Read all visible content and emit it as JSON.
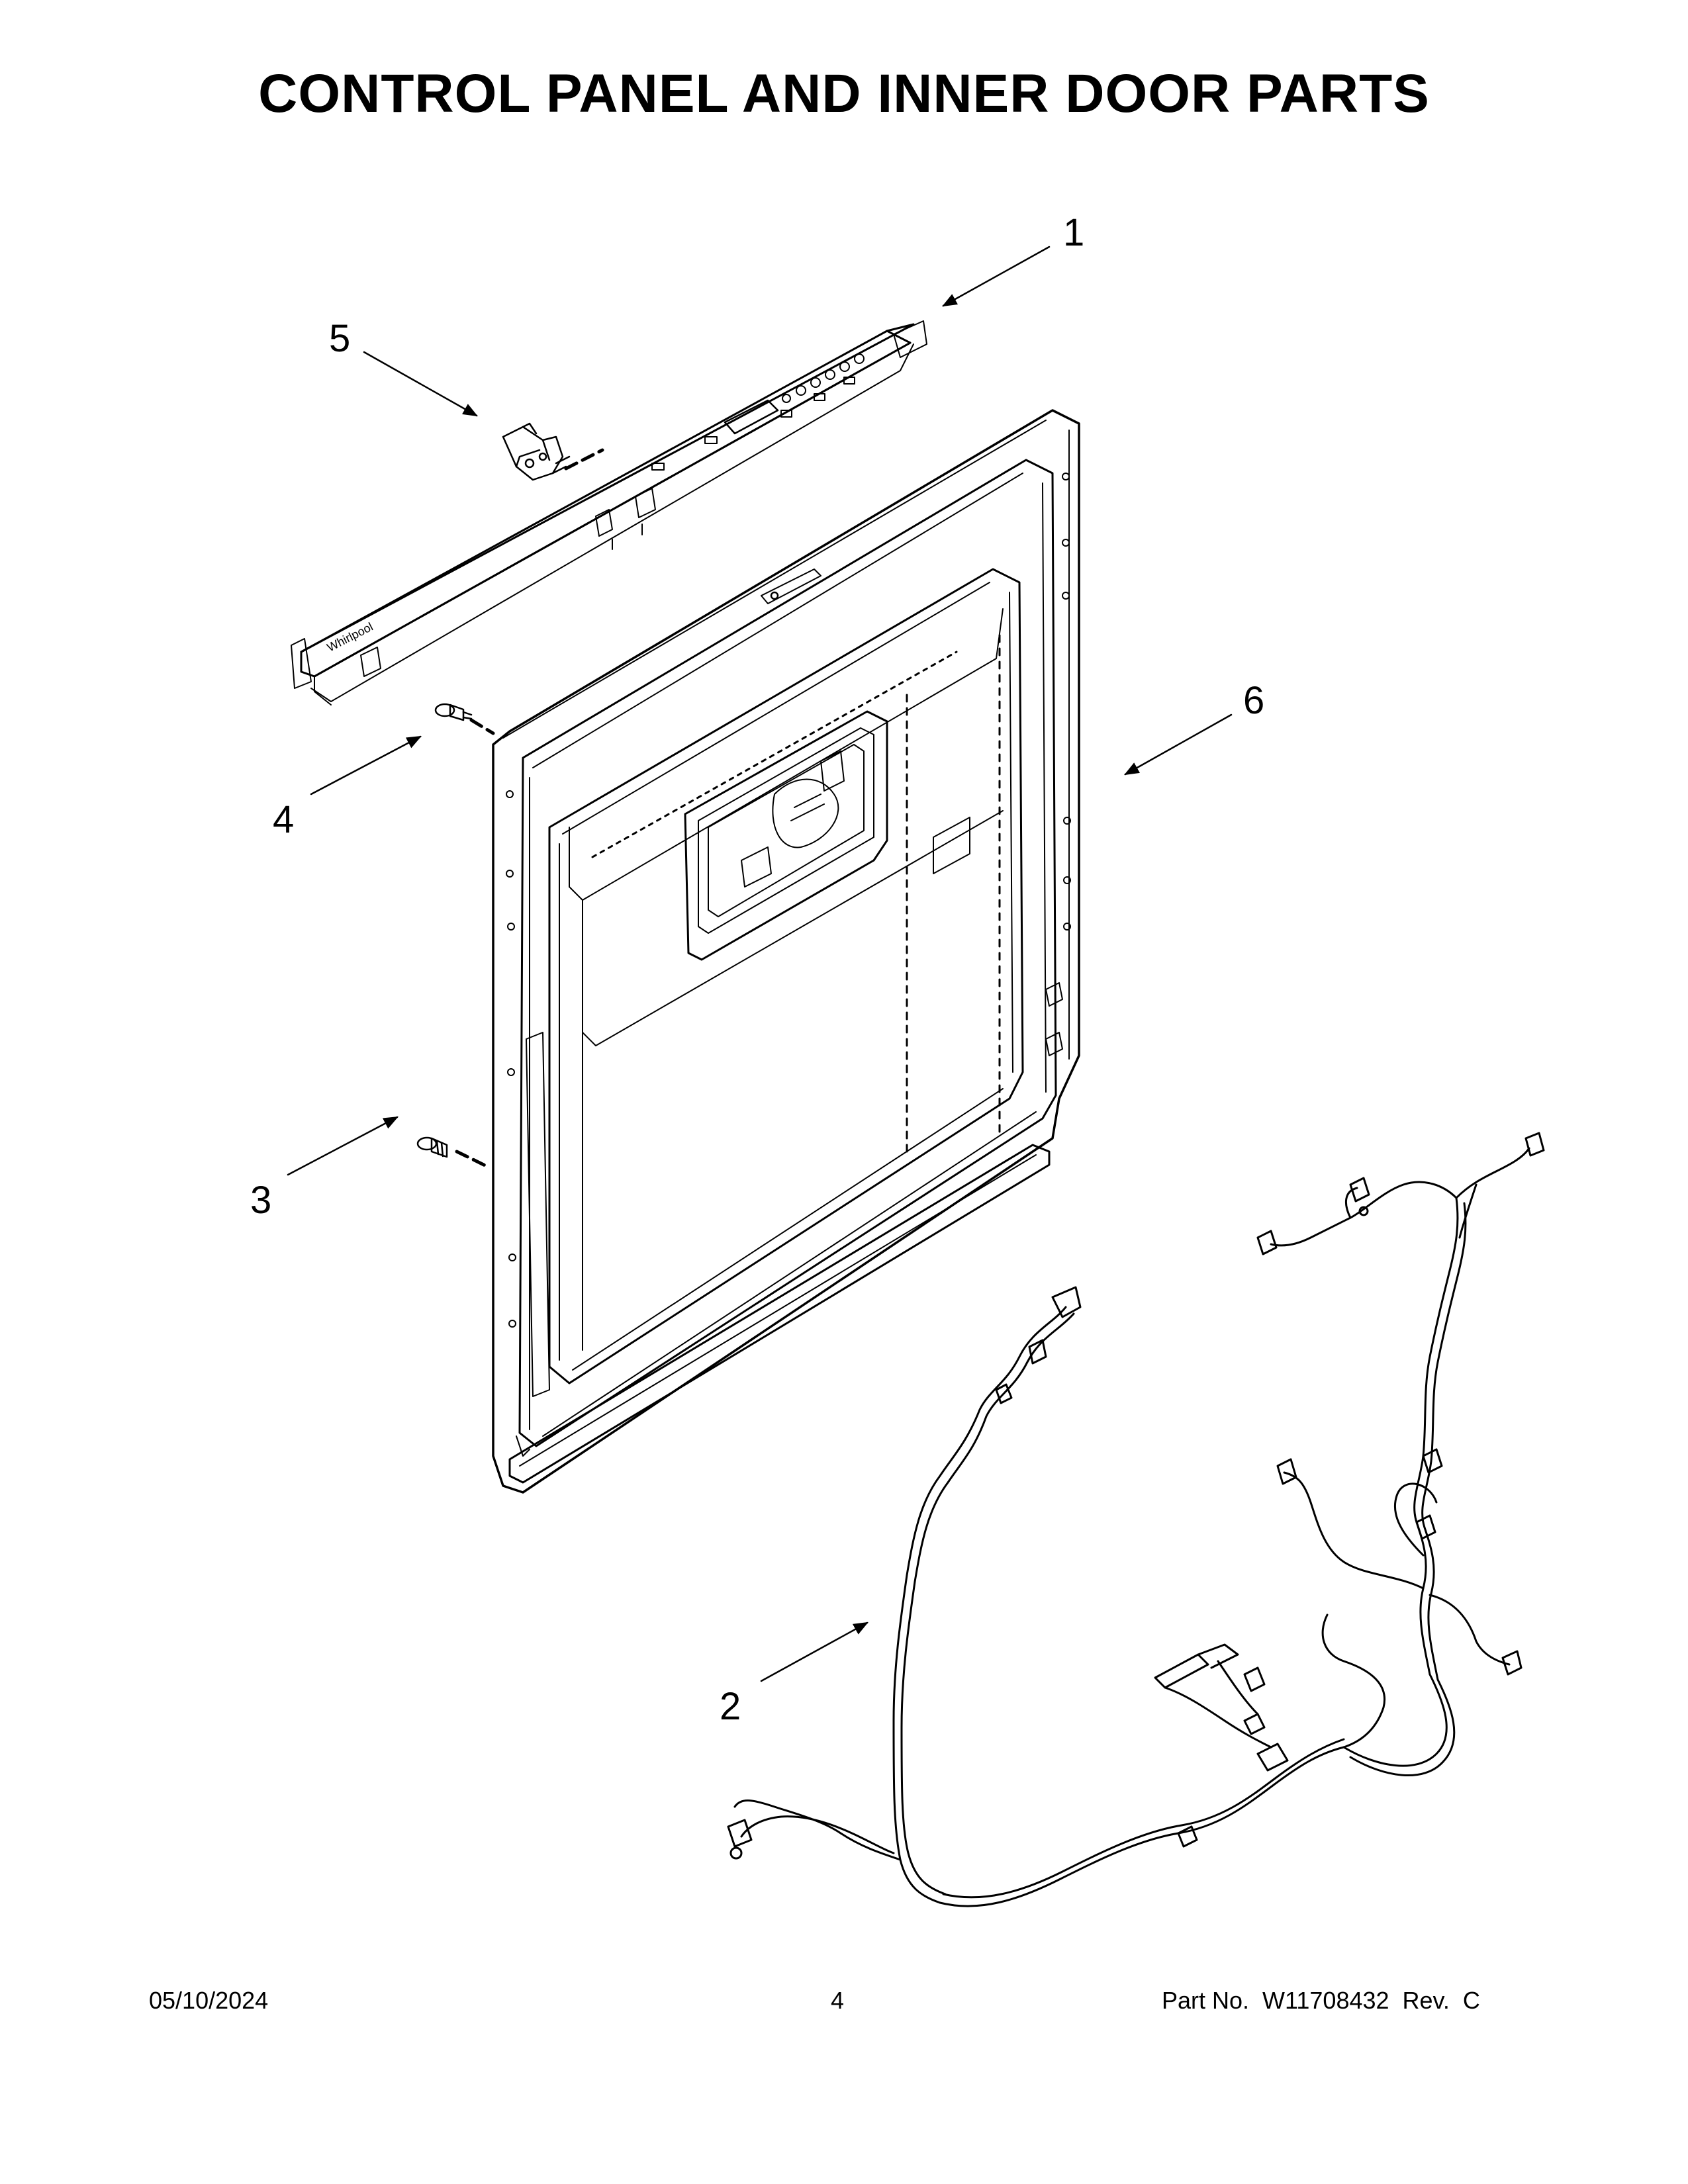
{
  "title": "CONTROL PANEL AND INNER DOOR PARTS",
  "callouts": [
    {
      "id": "1",
      "label": "1"
    },
    {
      "id": "2",
      "label": "2"
    },
    {
      "id": "3",
      "label": "3"
    },
    {
      "id": "4",
      "label": "4"
    },
    {
      "id": "5",
      "label": "5"
    },
    {
      "id": "6",
      "label": "6"
    }
  ],
  "panel_logo": "Whirlpool",
  "footer": {
    "date": "05/10/2024",
    "page": "4",
    "part_no": "Part No.  W11708432  Rev.  C"
  },
  "colors": {
    "line": "#000000",
    "background": "#ffffff"
  }
}
